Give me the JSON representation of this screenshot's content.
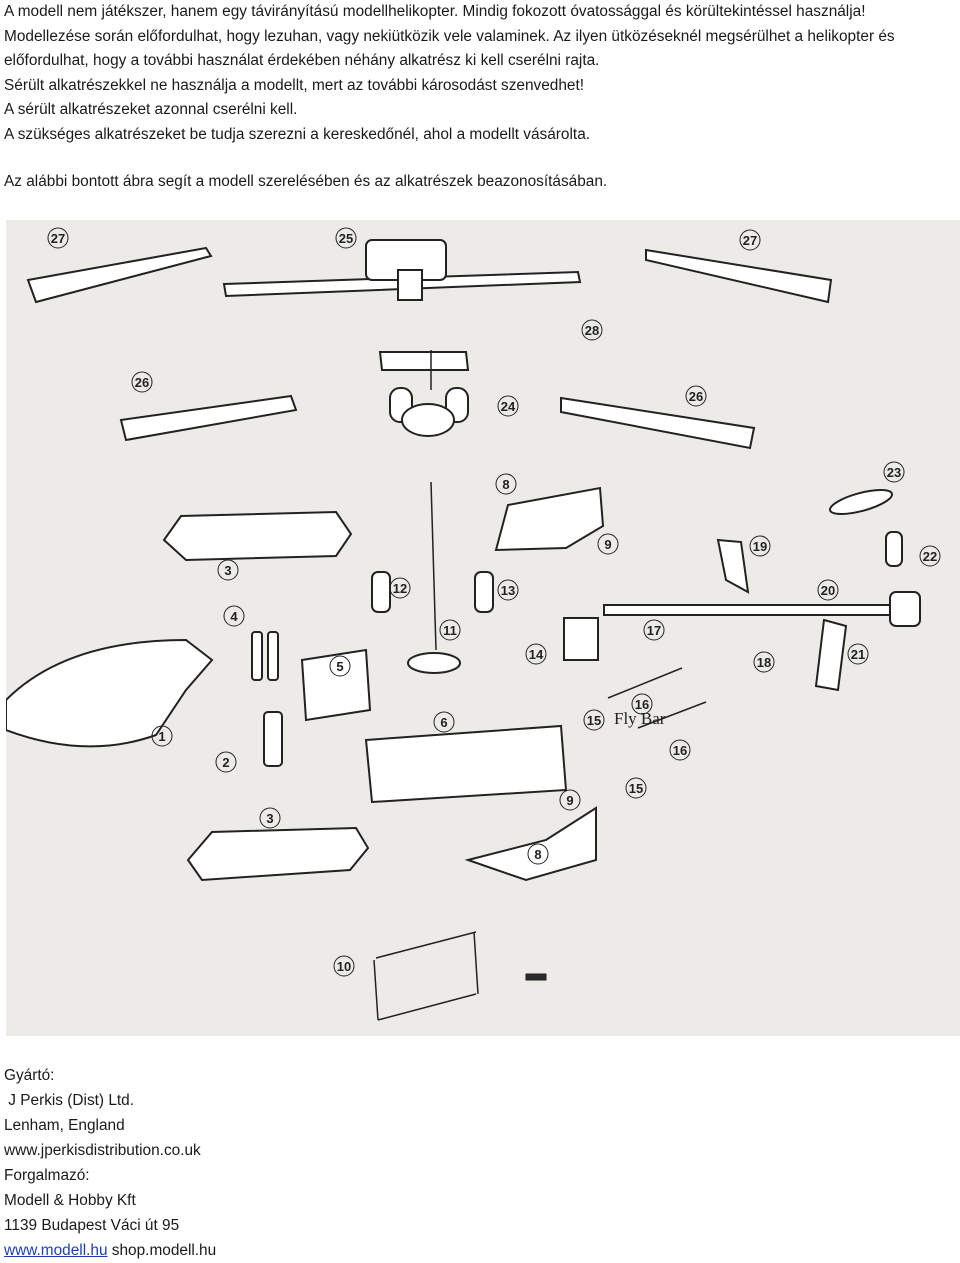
{
  "intro": [
    "A modell nem játékszer, hanem egy távirányítású modellhelikopter. Mindig fokozott óvatossággal és körültekintéssel használja!",
    "Modellezése során előfordulhat, hogy lezuhan, vagy nekiütközik vele valaminek. Az ilyen ütközéseknél megsérülhet a helikopter és",
    "előfordulhat, hogy a további használat érdekében néhány alkatrész ki kell cserélni rajta.",
    "Sérült alkatrészekkel ne használja a modellt, mert az további károsodást szenvedhet!",
    "A sérült alkatrészeket azonnal cserélni kell.",
    "A szükséges alkatrészeket be tudja szerezni a kereskedőnél, ahol a modellt vásárolta."
  ],
  "diagram_caption": "Az alábbi bontott ábra segít a modell szerelésében és az alkatrészek beazonosításában.",
  "diagram": {
    "label_flybar": "Fly Bar",
    "part_numbers": [
      "27",
      "25",
      "27",
      "28",
      "26",
      "24",
      "26",
      "8",
      "23",
      "3",
      "9",
      "19",
      "22",
      "12",
      "13",
      "20",
      "4",
      "11",
      "17",
      "14",
      "18",
      "21",
      "5",
      "16",
      "15",
      "1",
      "6",
      "16",
      "2",
      "9",
      "15",
      "3",
      "8",
      "10"
    ]
  },
  "footer": {
    "manufacturer_label": "Gyártó:",
    "manufacturer_name": " J Perkis (Dist) Ltd.",
    "manufacturer_city": "Lenham, England",
    "manufacturer_web": "www.jperkisdistribution.co.uk",
    "distributor_label": "Forgalmazó:",
    "distributor_name": "Modell & Hobby Kft",
    "distributor_address": "1139 Budapest Váci út 95",
    "distributor_web": "www.modell.hu",
    "distributor_shop": "shop.modell.hu"
  },
  "colors": {
    "link": "#1f3fb0",
    "paper": "#ecebe7",
    "ink": "#222222"
  }
}
